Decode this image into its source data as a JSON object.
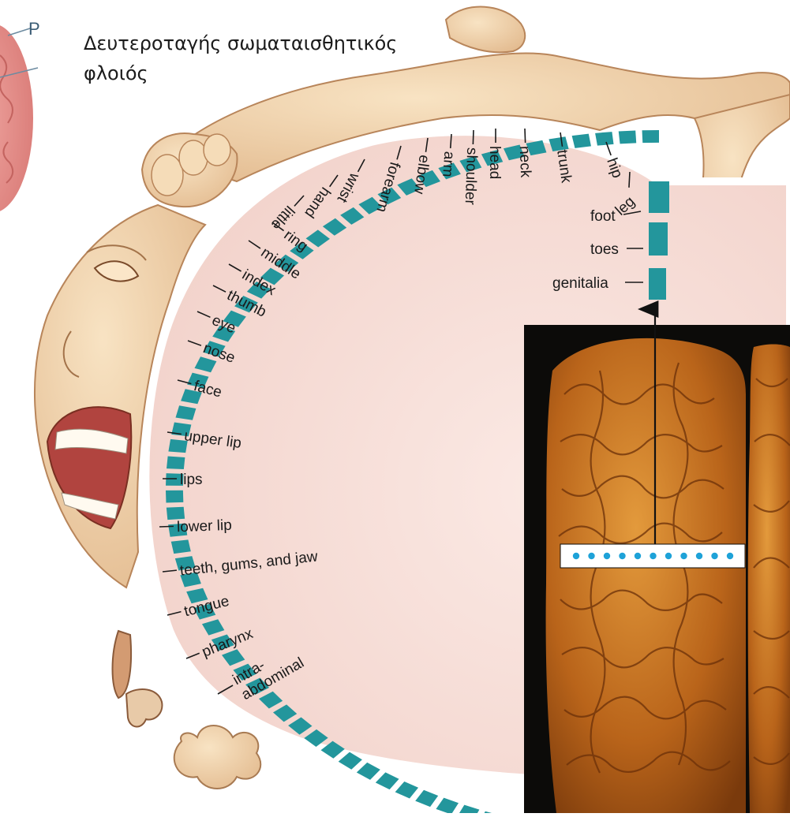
{
  "title": {
    "line1": "Δευτεροταγής σωματαισθητικός",
    "line2": "φλοιός"
  },
  "corner_label": "P",
  "arc_labels": [
    {
      "id": "genitalia",
      "text": "genitalia"
    },
    {
      "id": "toes",
      "text": "toes"
    },
    {
      "id": "foot",
      "text": "foot"
    },
    {
      "id": "leg",
      "text": "leg"
    },
    {
      "id": "hip",
      "text": "hip"
    },
    {
      "id": "trunk",
      "text": "trunk"
    },
    {
      "id": "neck",
      "text": "neck"
    },
    {
      "id": "head",
      "text": "head"
    },
    {
      "id": "shoulder",
      "text": "shoulder"
    },
    {
      "id": "arm",
      "text": "arm"
    },
    {
      "id": "elbow",
      "text": "elbow"
    },
    {
      "id": "forearm",
      "text": "forearm"
    },
    {
      "id": "wrist",
      "text": "wrist"
    },
    {
      "id": "hand",
      "text": "hand"
    },
    {
      "id": "little",
      "text": "little"
    },
    {
      "id": "ring",
      "text": "ring"
    },
    {
      "id": "middle",
      "text": "middle"
    },
    {
      "id": "index",
      "text": "index"
    },
    {
      "id": "thumb",
      "text": "thumb"
    },
    {
      "id": "eye",
      "text": "eye"
    },
    {
      "id": "nose",
      "text": "nose"
    },
    {
      "id": "face",
      "text": "face"
    },
    {
      "id": "upper-lip",
      "text": "upper lip"
    },
    {
      "id": "lips",
      "text": "lips"
    },
    {
      "id": "lower-lip",
      "text": "lower lip"
    },
    {
      "id": "teeth",
      "text": "teeth, gums, and jaw"
    },
    {
      "id": "tongue",
      "text": "tongue"
    },
    {
      "id": "pharynx",
      "text": "pharynx"
    },
    {
      "id": "intra1",
      "text": "intra-"
    },
    {
      "id": "intra2",
      "text": "abdominal"
    }
  ],
  "colors": {
    "cortex_fill": "#f6dcd6",
    "cortex_edge": "#ffffff",
    "teal_segment": "#23969c",
    "gap_segment": "#e6c8c2",
    "skin": "#f3d6ae",
    "skin_shade": "#dcae82",
    "brain_photo": "#c6741d",
    "photo_bg": "#0c0b09",
    "slice_dots": "#1ea2d8"
  },
  "icons": [
    "homunculus-figure",
    "brain-photo",
    "brain-corner-thumbnail",
    "arrow-up-icon"
  ]
}
